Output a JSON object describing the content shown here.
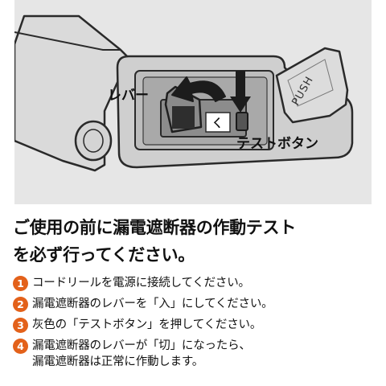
{
  "colors": {
    "accent": "#e3611a",
    "illustration_bg": "#e6e6e6"
  },
  "illustration": {
    "lever_label": "レバー",
    "test_button_label": "テストボタン",
    "push_label": "PUSH",
    "lever_state_glyph": "ㄑ"
  },
  "heading": {
    "line1": "ご使用の前に漏電遮断器の作動テスト",
    "line2": "を必ず行ってください。"
  },
  "steps": [
    {
      "num": "1",
      "text": "コードリールを電源に接続してください。"
    },
    {
      "num": "2",
      "text": "漏電遮断器のレバーを「入」にしてください。"
    },
    {
      "num": "3",
      "text": "灰色の「テストボタン」を押してください。"
    },
    {
      "num": "4",
      "text": "漏電遮断器のレバーが「切」になったら、\n漏電遮断器は正常に作動します。"
    }
  ]
}
